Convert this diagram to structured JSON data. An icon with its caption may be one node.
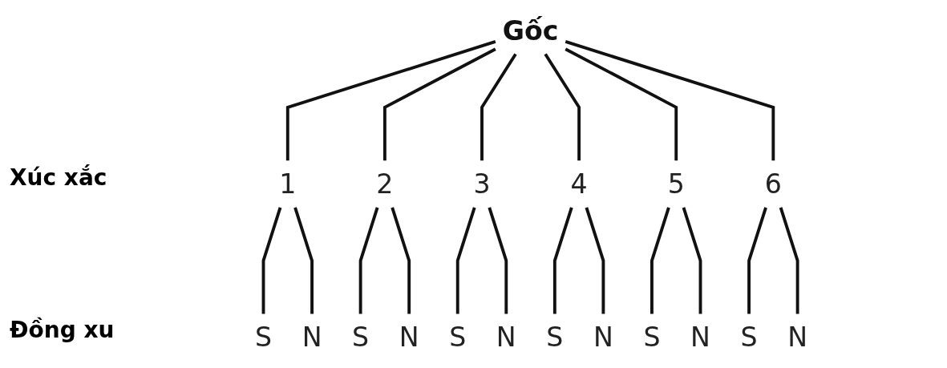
{
  "diagram": {
    "nodes": [
      {
        "text": [
          "Gốc"
        ]
      },
      {
        "text": [
          "1"
        ]
      },
      {
        "text": [
          "2"
        ]
      },
      {
        "text": [
          "3"
        ]
      },
      {
        "text": [
          "4"
        ]
      },
      {
        "text": [
          "5"
        ]
      },
      {
        "text": [
          "6"
        ]
      },
      {
        "text": [
          "S"
        ]
      },
      {
        "text": [
          "N"
        ]
      },
      {
        "text": [
          "S"
        ]
      },
      {
        "text": [
          "N"
        ]
      },
      {
        "text": [
          "S"
        ]
      },
      {
        "text": [
          "N"
        ]
      },
      {
        "text": [
          "S"
        ]
      },
      {
        "text": [
          "N"
        ]
      },
      {
        "text": [
          "S"
        ]
      },
      {
        "text": [
          "N"
        ]
      },
      {
        "text": [
          "S"
        ]
      },
      {
        "text": [
          "N"
        ]
      }
    ],
    "edges": [
      {
        "from": 0,
        "to": 1,
        "arrow": "none"
      },
      {
        "from": 0,
        "to": 2,
        "arrow": "none"
      },
      {
        "from": 0,
        "to": 3,
        "arrow": "none"
      },
      {
        "from": 0,
        "to": 4,
        "arrow": "none"
      },
      {
        "from": 0,
        "to": 5,
        "arrow": "none"
      },
      {
        "from": 0,
        "to": 6,
        "arrow": "none"
      },
      {
        "from": 1,
        "to": 7,
        "arrow": "none"
      },
      {
        "from": 1,
        "to": 8,
        "arrow": "none"
      },
      {
        "from": 2,
        "to": 9,
        "arrow": "none"
      },
      {
        "from": 2,
        "to": 10,
        "arrow": "none"
      },
      {
        "from": 3,
        "to": 11,
        "arrow": "none"
      },
      {
        "from": 3,
        "to": 12,
        "arrow": "none"
      },
      {
        "from": 4,
        "to": 13,
        "arrow": "none"
      },
      {
        "from": 4,
        "to": 14,
        "arrow": "none"
      },
      {
        "from": 5,
        "to": 15,
        "arrow": "none"
      },
      {
        "from": 5,
        "to": 16,
        "arrow": "none"
      },
      {
        "from": 6,
        "to": 17,
        "arrow": "none"
      },
      {
        "from": 6,
        "to": 18,
        "arrow": "none"
      }
    ],
    "labels": [
      "Xúc xắc",
      "Đồng xu"
    ]
  }
}
